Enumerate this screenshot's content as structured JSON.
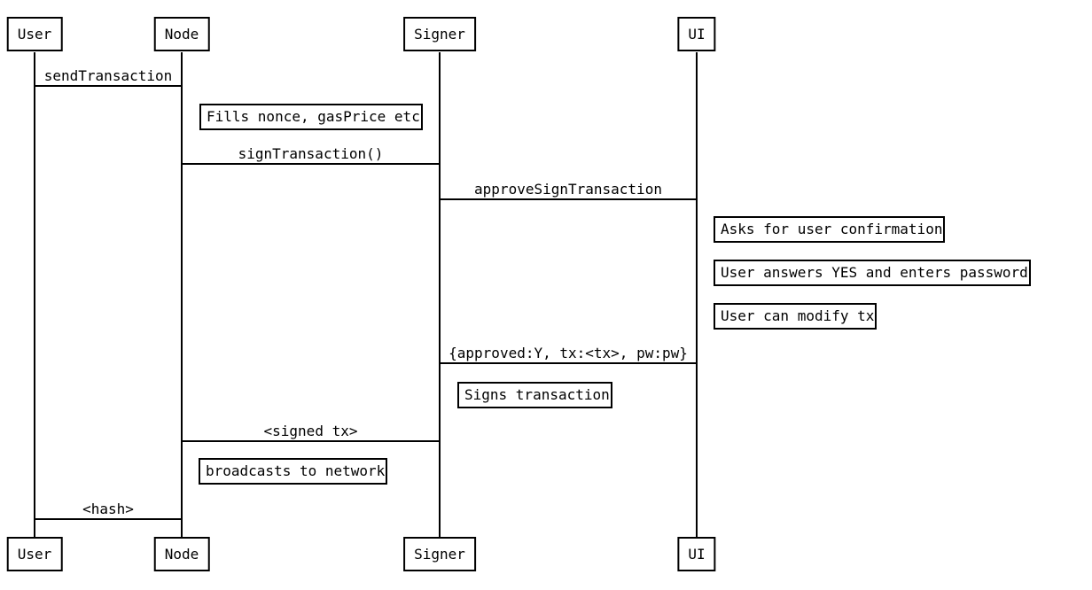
{
  "diagram": {
    "type": "sequence-diagram",
    "colors": {
      "line": "#000000",
      "text": "#000000",
      "background": "#ffffff"
    },
    "actors": [
      {
        "id": "user",
        "label": "User"
      },
      {
        "id": "node",
        "label": "Node"
      },
      {
        "id": "signer",
        "label": "Signer"
      },
      {
        "id": "ui",
        "label": "UI"
      }
    ],
    "messages": [
      {
        "from": "User",
        "to": "Node",
        "label": "sendTransaction"
      },
      {
        "from": "Node",
        "to": "Signer",
        "label": "signTransaction()"
      },
      {
        "from": "Signer",
        "to": "UI",
        "label": "approveSignTransaction"
      },
      {
        "from": "UI",
        "to": "Signer",
        "label": "{approved:Y, tx:<tx>, pw:pw}"
      },
      {
        "from": "Signer",
        "to": "Node",
        "label": "<signed tx>"
      },
      {
        "from": "Node",
        "to": "User",
        "label": "<hash>"
      }
    ],
    "notes": [
      {
        "over": "Node",
        "text": "Fills nonce, gasPrice etc"
      },
      {
        "over": "UI",
        "text": "Asks for user confirmation"
      },
      {
        "over": "UI",
        "text": "User answers YES and enters password"
      },
      {
        "over": "UI",
        "text": "User can modify tx"
      },
      {
        "over": "Signer",
        "text": "Signs transaction"
      },
      {
        "over": "Node",
        "text": "broadcasts to network"
      }
    ]
  }
}
